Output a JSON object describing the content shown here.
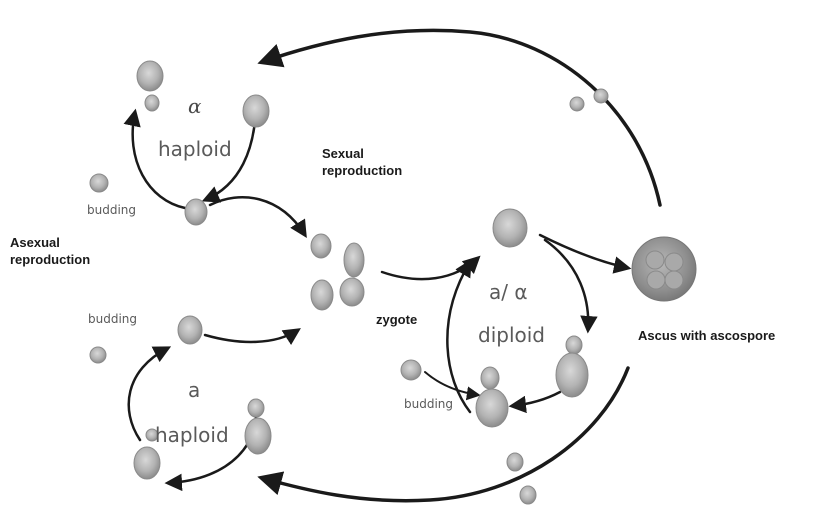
{
  "diagram": {
    "labels": {
      "alpha_symbol": "α",
      "haploid_top": "haploid",
      "sexual_reproduction_line1": "Sexual",
      "sexual_reproduction_line2": "reproduction",
      "budding_top": "budding",
      "asexual_reproduction_line1": "Asexual",
      "asexual_reproduction_line2": "reproduction",
      "budding_left": "budding",
      "zygote": "zygote",
      "diploid_mating_type": "a/ α",
      "diploid": "diploid",
      "ascus": "Ascus with ascospore",
      "a_symbol": "a",
      "haploid_bottom": "haploid",
      "budding_diploid": "budding"
    },
    "colors": {
      "arrow": "#1a1a1a",
      "cell_fill": "#b9b9b9",
      "cell_edge": "#8a8a8a",
      "ascus_fill": "#9a9a9a"
    }
  }
}
